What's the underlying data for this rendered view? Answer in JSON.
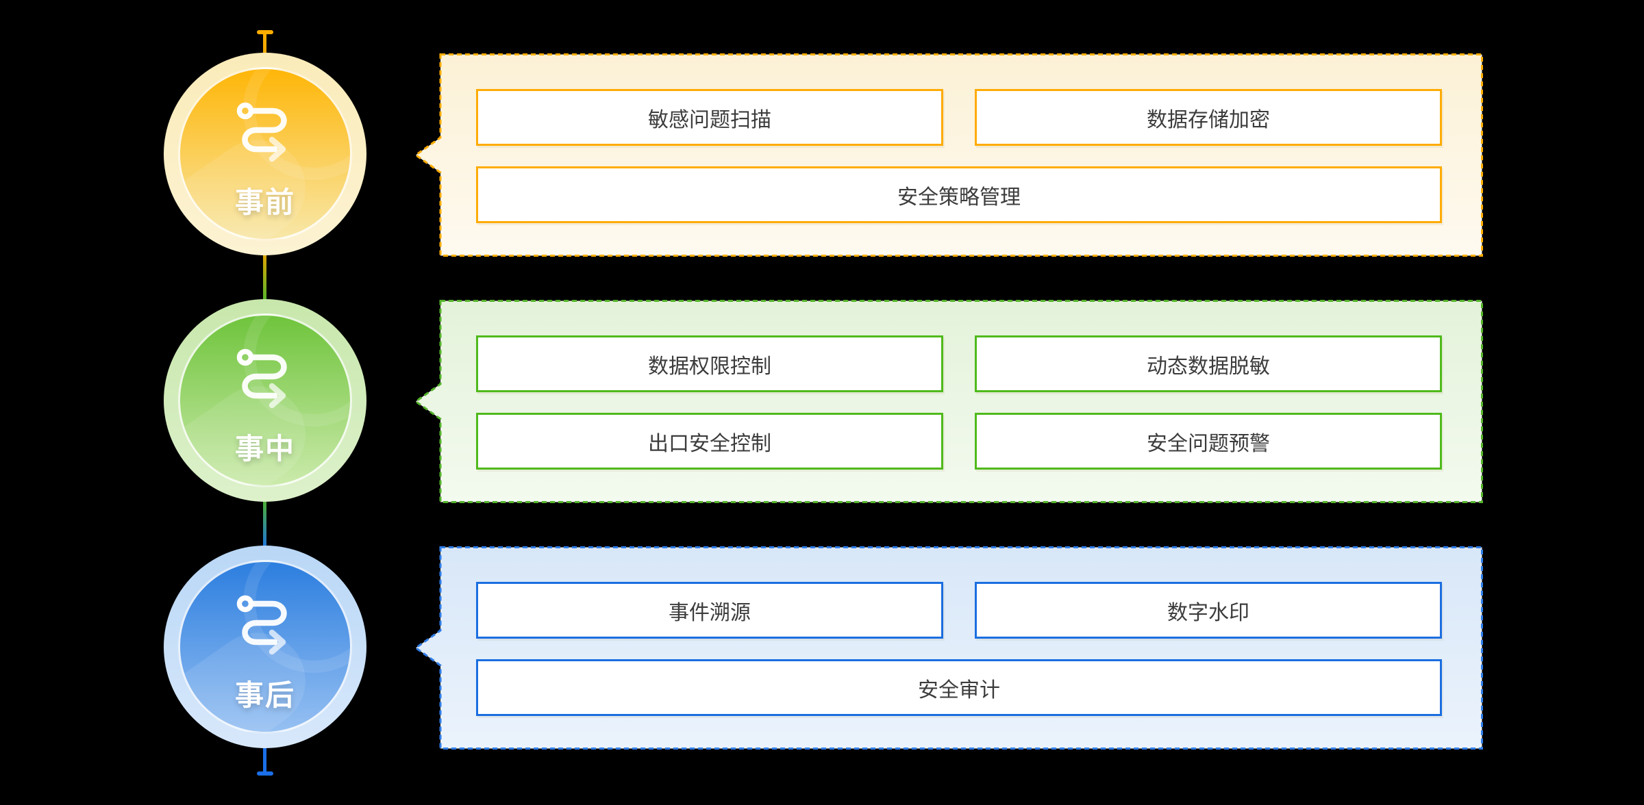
{
  "diagram_type": "three-stage vertical timeline with capability panels",
  "background_color": "#000000",
  "stages": [
    {
      "label": "事前",
      "icon": "route-arrow-icon",
      "accent": "#FFAD00",
      "panel_background": [
        "#FCF1D6",
        "#FEFAF0"
      ],
      "circle_gradient": [
        "#FEB608",
        "#F8E7A8"
      ],
      "items": [
        "敏感问题扫描",
        "数据存储加密",
        "安全策略管理"
      ]
    },
    {
      "label": "事中",
      "icon": "route-arrow-icon",
      "accent": "#55B42B",
      "panel_background": [
        "#E4F2DA",
        "#F3FAEF"
      ],
      "circle_gradient": [
        "#6FC43C",
        "#CBEAAB"
      ],
      "items": [
        "数据权限控制",
        "动态数据脱敏",
        "出口安全控制",
        "安全问题预警"
      ]
    },
    {
      "label": "事后",
      "icon": "route-arrow-icon",
      "accent": "#2E7CE8",
      "panel_background": [
        "#D8E7F8",
        "#EBF3FC"
      ],
      "circle_gradient": [
        "#2C7EDF",
        "#96C0F2"
      ],
      "items": [
        "事件溯源",
        "数字水印",
        "安全审计"
      ]
    }
  ],
  "timeline": {
    "top_cap_color": "#FFAE00",
    "bottom_cap_color": "#1B6FE8",
    "segment_1_2_gradient": [
      "#E2A500",
      "#55B42B"
    ],
    "segment_2_3_gradient": [
      "#4EB02F",
      "#1E76DC"
    ]
  }
}
